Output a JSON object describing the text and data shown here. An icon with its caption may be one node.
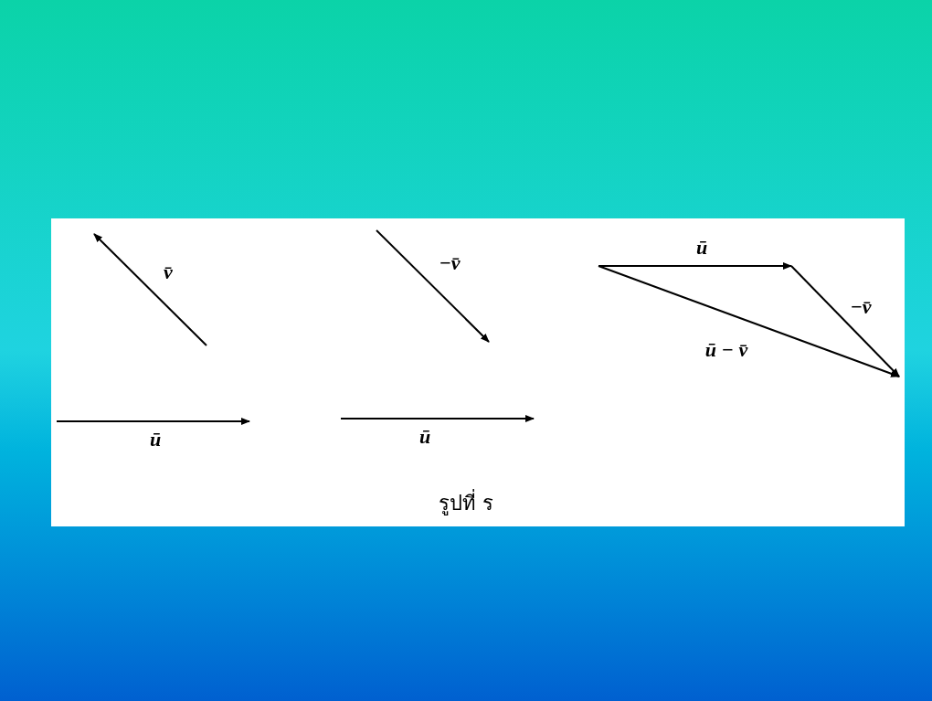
{
  "diagram": {
    "caption": "รูปที่ ร",
    "labels": [
      "ū",
      "−v̄",
      "v̄",
      "−v̄",
      "ū − v̄",
      "ū",
      "ū"
    ]
  }
}
